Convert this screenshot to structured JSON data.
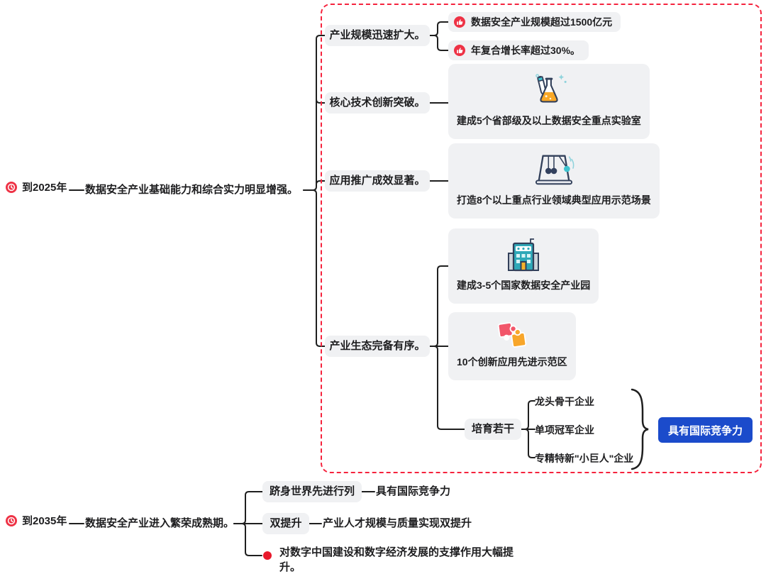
{
  "colors": {
    "accent_red": "#ee3245",
    "dashed_border": "#f5233d",
    "node_bg": "#f0f1f3",
    "line": "#1f1f1f",
    "result_button_bg": "#1b4bcb",
    "bullet_red": "#e8192c"
  },
  "icons": {
    "root": "clock-icon",
    "metric": "thumbs-up-icon",
    "tech_card": "flask-experiment-icon",
    "apply_card": "newtons-cradle-icon",
    "park_card": "building-icon",
    "zone_card": "puzzle-icon",
    "support": "red-dot-bullet"
  },
  "tree2025": {
    "label": "到2025年",
    "summary": "数据安全产业基础能力和综合实力明显增强。",
    "scale": {
      "label": "产业规模迅速扩大。",
      "metrics": [
        "数据安全产业规模超过1500亿元",
        "年复合增长率超过30%。"
      ]
    },
    "tech": {
      "label": "核心技术创新突破。",
      "caption": "建成5个省部级及以上数据安全重点实验室"
    },
    "apply": {
      "label": "应用推广成效显著。",
      "caption": "打造8个以上重点行业领域典型应用示范场景"
    },
    "eco": {
      "label": "产业生态完备有序。",
      "park_caption": "建成3-5个国家数据安全产业园",
      "zone_caption": "10个创新应用先进示范区",
      "cultivate": {
        "label": "培育若干",
        "items": [
          "龙头骨干企业",
          "单项冠军企业",
          "专精特新\"小巨人\"企业"
        ],
        "result": "具有国际竞争力"
      }
    }
  },
  "tree2035": {
    "label": "到2035年",
    "summary": "数据安全产业进入繁荣成熟期。",
    "world": {
      "label": "跻身世界先进行列",
      "child": "具有国际竞争力"
    },
    "double": {
      "label": "双提升",
      "child": "产业人才规模与质量实现双提升"
    },
    "support": "对数字中国建设和数字经济发展的支撑作用大幅提升。"
  }
}
